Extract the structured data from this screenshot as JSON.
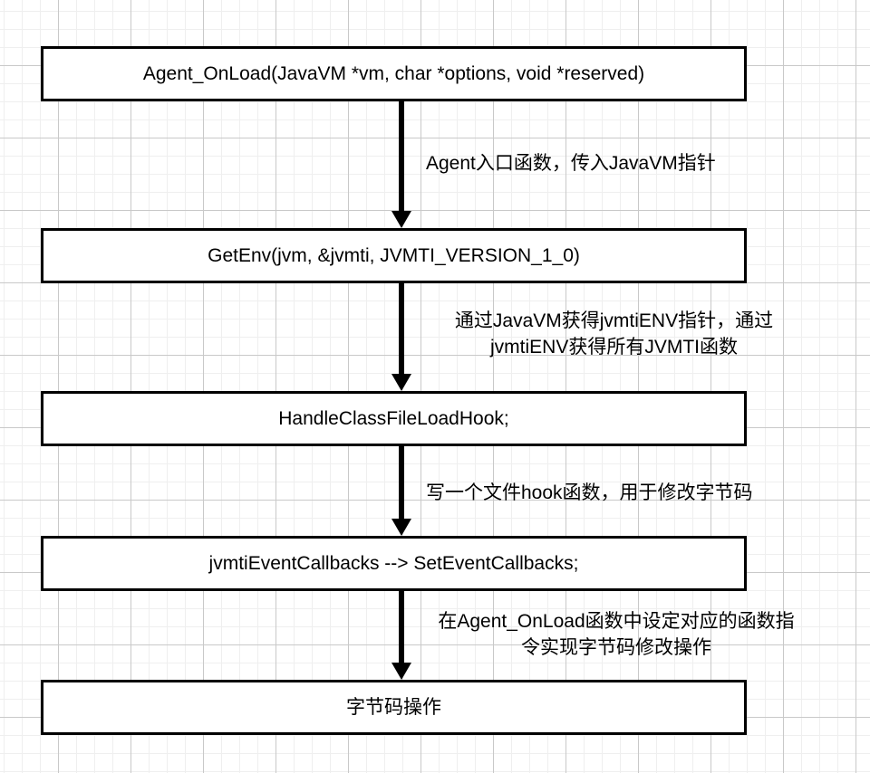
{
  "diagram": {
    "type": "flowchart",
    "orientation": "top-to-bottom",
    "background": "grid-paper",
    "colors": {
      "node_border": "#000000",
      "node_fill": "#ffffff",
      "text": "#000000",
      "grid_minor": "#efefef",
      "grid_major": "#c9c9c9"
    },
    "nodes": [
      {
        "id": "node-1",
        "label": "Agent_OnLoad(JavaVM *vm, char *options, void *reserved)"
      },
      {
        "id": "node-2",
        "label": "GetEnv(jvm, &jvmti, JVMTI_VERSION_1_0)"
      },
      {
        "id": "node-3",
        "label": "HandleClassFileLoadHook;"
      },
      {
        "id": "node-4",
        "label": "jvmtiEventCallbacks --> SetEventCallbacks;"
      },
      {
        "id": "node-5",
        "label": "字节码操作"
      }
    ],
    "edges": [
      {
        "id": "edge-1",
        "from": "node-1",
        "to": "node-2",
        "label": "Agent入口函数，传入JavaVM指针"
      },
      {
        "id": "edge-2",
        "from": "node-2",
        "to": "node-3",
        "label": "通过JavaVM获得jvmtiENV指针，通过\njvmtiENV获得所有JVMTI函数"
      },
      {
        "id": "edge-3",
        "from": "node-3",
        "to": "node-4",
        "label": "写一个文件hook函数，用于修改字节码"
      },
      {
        "id": "edge-4",
        "from": "node-4",
        "to": "node-5",
        "label": "在Agent_OnLoad函数中设定对应的函数指\n令实现字节码修改操作"
      }
    ]
  }
}
